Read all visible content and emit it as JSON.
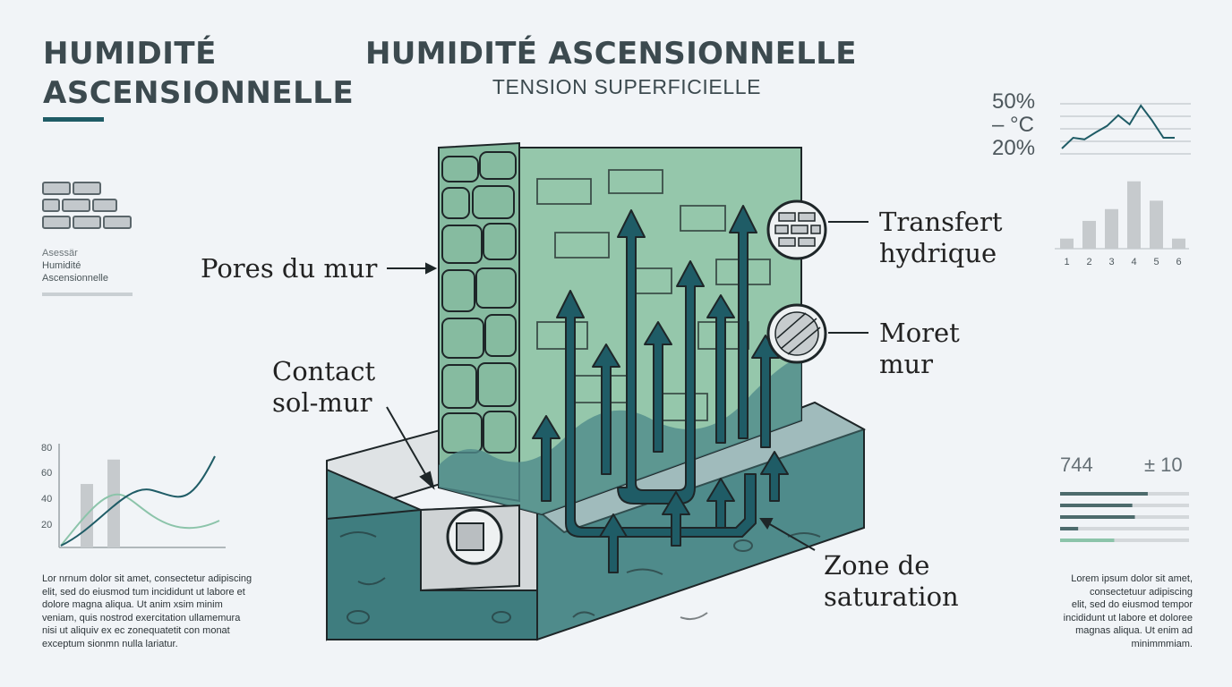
{
  "left_header": {
    "line1": "HUMIDITÉ",
    "line2": "ASCENSIONNELLE"
  },
  "header": {
    "title": "HUMIDITÉ ASCENSIONNELLE",
    "subtitle": "TENSION SUPERFICIELLE"
  },
  "sidebar": {
    "caption": "Asessär",
    "name_line1": "Humidité",
    "name_line2": "Ascensionnelle"
  },
  "labels": {
    "pores": "Pores du mur",
    "contact_line1": "Contact",
    "contact_line2": "sol-mur",
    "transfert_line1": "Transfert",
    "transfert_line2": "hydrique",
    "moret_line1": "Moret",
    "moret_line2": "mur",
    "zone_line1": "Zone de",
    "zone_line2": "saturation"
  },
  "top_right_chart": {
    "label_top": "50%",
    "label_mid": "– °C",
    "label_bottom": "20%",
    "values": [
      0.1,
      0.3,
      0.27,
      0.4,
      0.52,
      0.72,
      0.55,
      0.9,
      0.62,
      0.3,
      0.3
    ]
  },
  "right_bar_chart": {
    "type": "bar",
    "categories": [
      "1",
      "2",
      "3",
      "4",
      "5",
      "6"
    ],
    "values": [
      12,
      33,
      47,
      80,
      57,
      12
    ]
  },
  "left_chart": {
    "type": "line",
    "yticks": [
      "80",
      "60",
      "40",
      "20"
    ],
    "bars": [
      52,
      72
    ]
  },
  "stats": {
    "value": "744",
    "tolerance": "± 10",
    "progress": [
      0.68,
      0.56,
      0.58,
      0.14,
      0.42
    ]
  },
  "colors": {
    "teal": "#1f5c66",
    "mint": "#8cc4aa",
    "wall": "#95c7ab",
    "soil": "#4f8b8b"
  },
  "paragraph_left": [
    "Lor nrnum dolor sit amet, consectetur adipiscing",
    "elit, sed do eiusmod tum incididunt ut labore et",
    "dolore magna aliqua. Ut anim xsim minim",
    "veniam, quis nostrod exercitation ullamemura",
    "nisi ut aliquiv ex ec zonequatetit con monat",
    "exceptum sionmn nulla lariatur."
  ],
  "paragraph_right": [
    "Lorem ipsum dolor sit amet,",
    "consectetuur adipiscing",
    "elit, sed do eiusmod tempor",
    "incididunt ut labore et doloree",
    "magnas aliqua. Ut enim ad",
    "minimmmiam."
  ]
}
